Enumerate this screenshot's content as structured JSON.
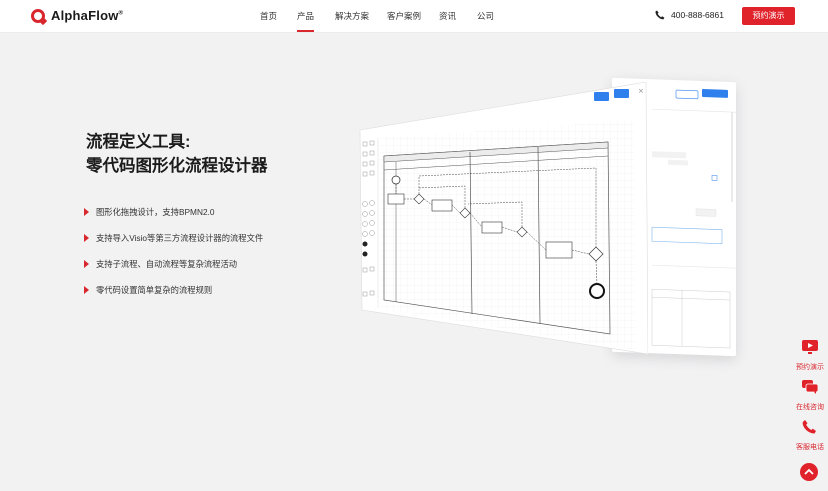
{
  "brand": {
    "name": "AlphaFlow",
    "reg": "®"
  },
  "nav": {
    "items": [
      "首页",
      "产品",
      "解决方案",
      "客户案例",
      "资讯",
      "公司"
    ],
    "active_index": 1,
    "phone": "400-888-6861",
    "demo_button": "预约演示"
  },
  "hero": {
    "title_line1": "流程定义工具:",
    "title_line2": "零代码图形化流程设计器",
    "features": [
      "图形化拖拽设计，支持BPMN2.0",
      "支持导入Visio等第三方流程设计器的流程文件",
      "支持子流程、自动流程等复杂流程活动",
      "零代码设置简单复杂的流程规则"
    ]
  },
  "floating_toolbar": {
    "items": [
      {
        "label": "预约演示",
        "icon": "play-icon"
      },
      {
        "label": "在线咨询",
        "icon": "chat-icon"
      },
      {
        "label": "客服电话",
        "icon": "phone-icon"
      }
    ],
    "back_to_top_icon": "chevron-up-icon"
  },
  "colors": {
    "accent": "#e0222b",
    "background": "#f2f2f3"
  }
}
